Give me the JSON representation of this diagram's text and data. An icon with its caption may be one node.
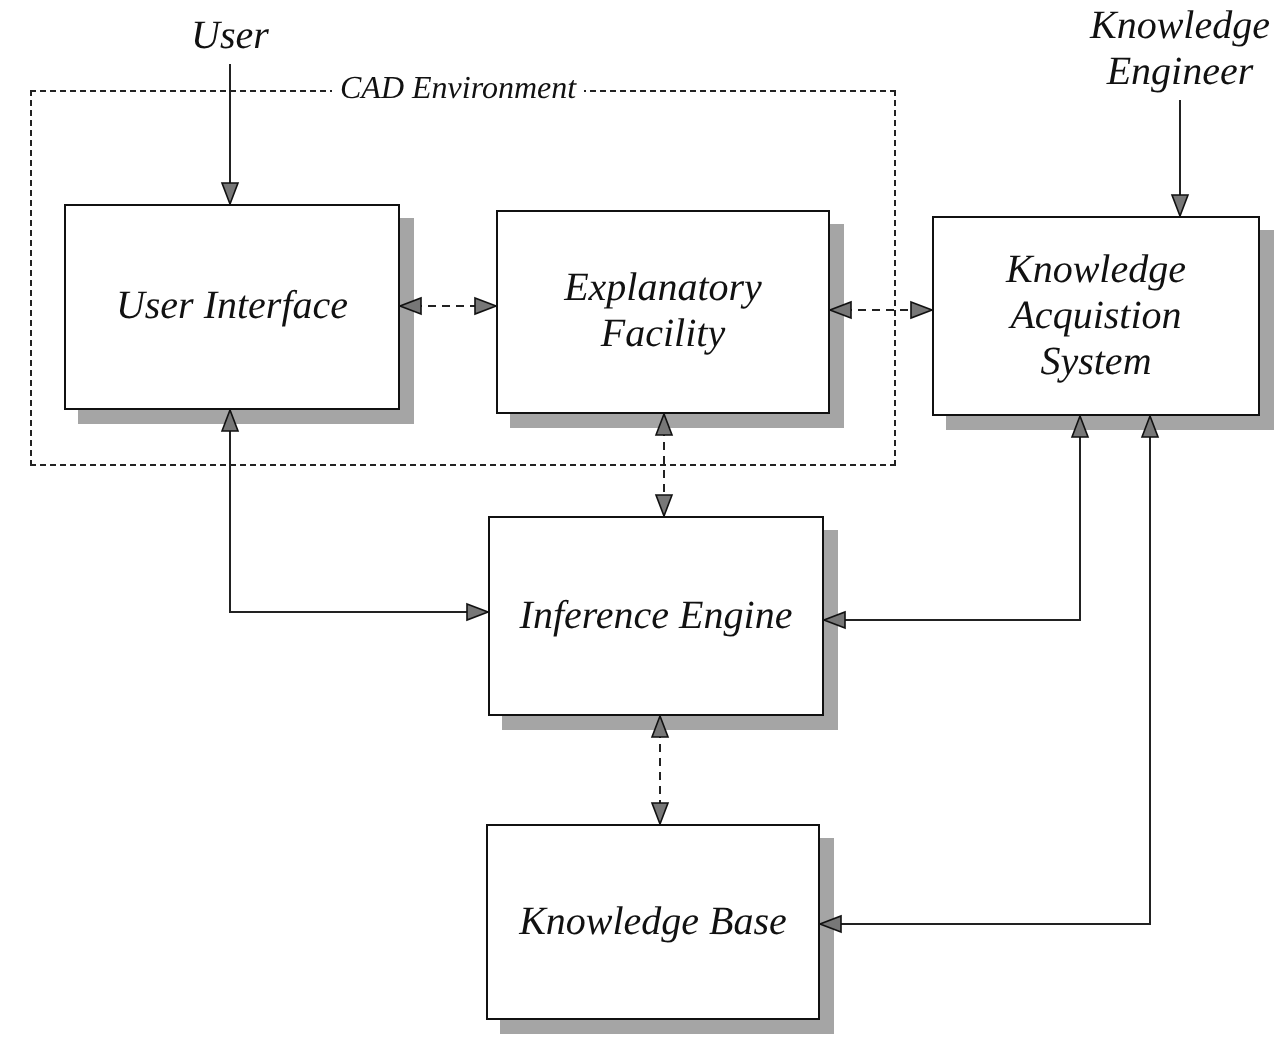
{
  "diagram": {
    "nodes": [
      {
        "text": [
          "User"
        ]
      },
      {
        "text": [
          "Knowledge Engineer"
        ]
      },
      {
        "text": [
          "CAD Environment"
        ]
      },
      {
        "text": [
          "User Interface"
        ],
        "in": 2
      },
      {
        "text": [
          "Explanatory Facility"
        ],
        "in": 2
      },
      {
        "text": [
          "Knowledge Acquistion System"
        ]
      },
      {
        "text": [
          "Inference Engine"
        ]
      },
      {
        "text": [
          "Knowledge Base"
        ]
      }
    ],
    "edges": [
      {
        "from": 0,
        "to": 3,
        "arrow": "to"
      },
      {
        "from": 1,
        "to": 5,
        "arrow": "to"
      },
      {
        "from": 3,
        "to": 4,
        "arrow": "both",
        "style": "dashed"
      },
      {
        "from": 4,
        "to": 5,
        "arrow": "both",
        "style": "dashed"
      },
      {
        "from": 4,
        "to": 6,
        "arrow": "both",
        "style": "dashed"
      },
      {
        "from": 3,
        "to": 6,
        "arrow": "both"
      },
      {
        "from": 5,
        "to": 6,
        "arrow": "both"
      },
      {
        "from": 5,
        "to": 7,
        "arrow": "both"
      },
      {
        "from": 6,
        "to": 7,
        "arrow": "both",
        "style": "dashed"
      }
    ]
  }
}
